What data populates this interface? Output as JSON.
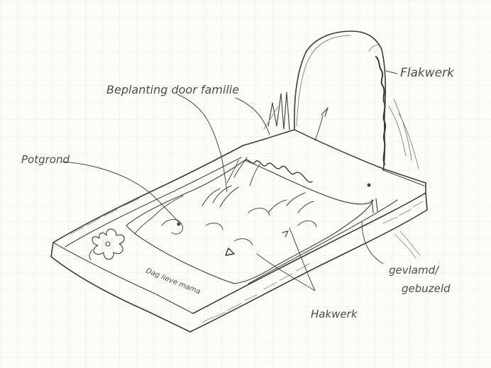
{
  "labels": {
    "beplanting": "Beplanting door familie",
    "flakwerk": "Flakwerk",
    "potgrond": "Potgrond",
    "gevlamd": "gevlamd/",
    "gebuzeld": "gebuzeld",
    "hakwerk": "Hakwerk",
    "inscription": "Dag lieve mama"
  }
}
